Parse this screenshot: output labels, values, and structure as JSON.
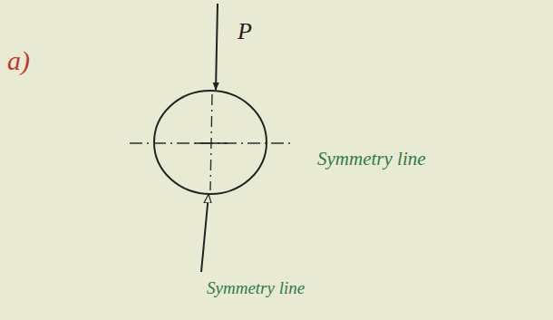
{
  "diagram": {
    "labels": [
      "a)",
      "P",
      "Symmetry line",
      "Symmetry line"
    ]
  }
}
